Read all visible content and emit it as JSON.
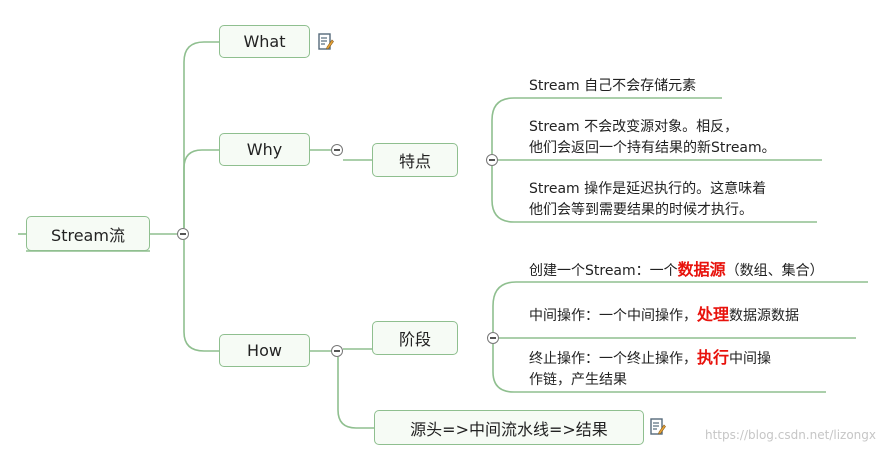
{
  "nodes": {
    "root": "Stream流",
    "what": "What",
    "why": "Why",
    "how": "How",
    "features": "特点",
    "stages": "阶段",
    "pipeline": "源头=>中间流水线=>结果"
  },
  "leaves": {
    "feature1": "Stream 自己不会存储元素",
    "feature2_line1": "Stream 不会改变源对象。相反，",
    "feature2_line2": "他们会返回一个持有结果的新Stream。",
    "feature3_line1": "Stream 操作是延迟执行的。这意味着",
    "feature3_line2": "他们会等到需要结果的时候才执行。",
    "stage1_prefix": "创建一个Stream：一个",
    "stage1_highlight": "数据源",
    "stage1_suffix": "（数组、集合）",
    "stage2_prefix": "中间操作：一个中间操作，",
    "stage2_highlight": "处理",
    "stage2_suffix": "数据源数据",
    "stage3_prefix": "终止操作：一个终止操作，",
    "stage3_highlight": "执行",
    "stage3_suffix": "中间操",
    "stage3_line2": "作链，产生结果"
  },
  "icons": {
    "note": "note-icon",
    "collapse": "collapse-toggle-icon"
  },
  "colors": {
    "connector": "#8fbf8f",
    "node_border": "#8fbf8f",
    "node_fill": "#f6fbf5",
    "highlight": "#e8120c"
  },
  "watermark": "https://blog.csdn.net/lizongx"
}
